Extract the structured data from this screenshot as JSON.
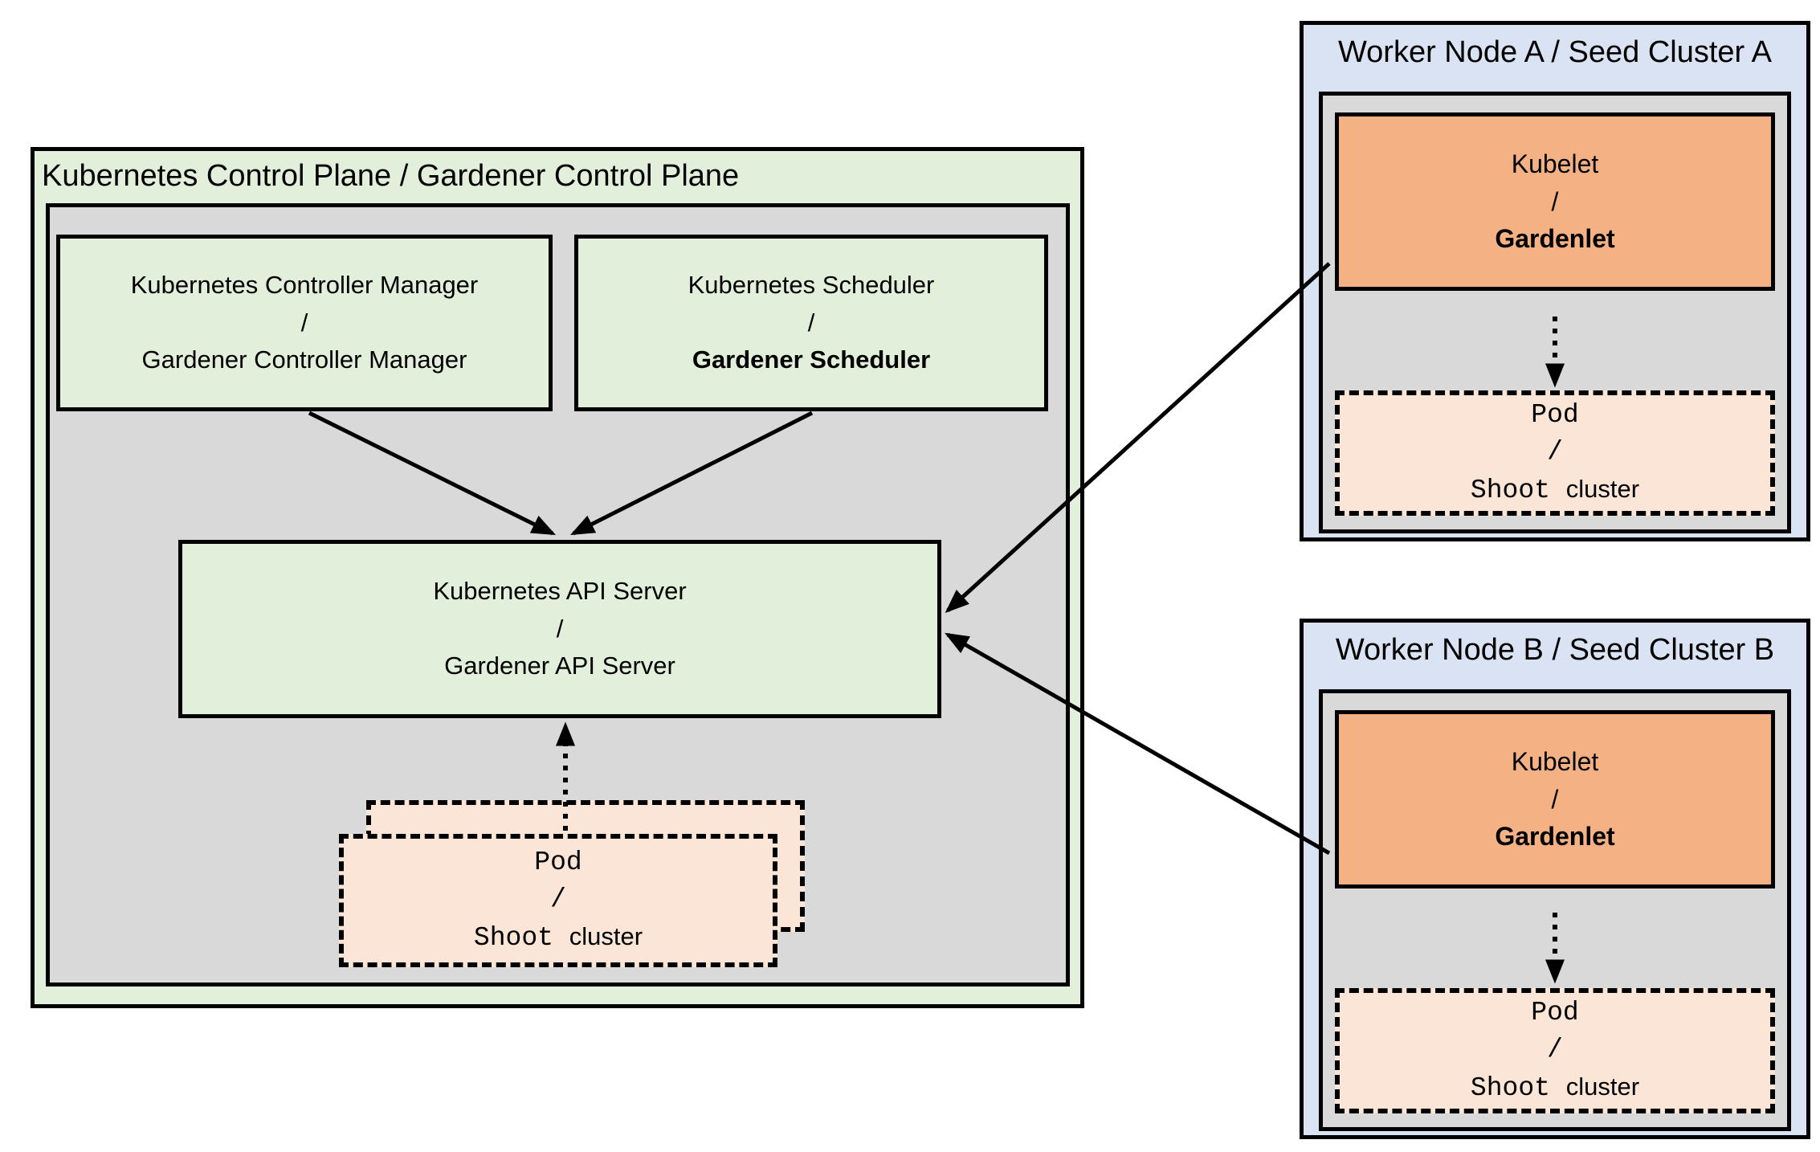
{
  "colors": {
    "control_plane_bg": "#e2efda",
    "inner_bg": "#d9d9d9",
    "component_bg": "#e2efda",
    "worker_bg": "#dae3f3",
    "kubelet_bg": "#f4b183",
    "pod_bg": "#fbe5d6",
    "border": "#000000"
  },
  "control_plane": {
    "title": "Kubernetes Control Plane / Gardener Control Plane",
    "controller_manager": {
      "line1": "Kubernetes Controller Manager",
      "separator": "/",
      "line2": "Gardener Controller Manager"
    },
    "scheduler": {
      "line1": "Kubernetes Scheduler",
      "separator": "/",
      "line2": "Gardener Scheduler"
    },
    "api_server": {
      "line1": "Kubernetes API Server",
      "separator": "/",
      "line2": "Gardener API Server"
    }
  },
  "pod": {
    "line1": "Pod",
    "separator": "/",
    "shoot": "Shoot",
    "cluster": "cluster"
  },
  "worker_node_a": {
    "title": "Worker Node A / Seed Cluster A",
    "kubelet": {
      "line1": "Kubelet",
      "separator": "/",
      "line2": "Gardenlet"
    }
  },
  "worker_node_b": {
    "title": "Worker Node B / Seed Cluster B",
    "kubelet": {
      "line1": "Kubelet",
      "separator": "/",
      "line2": "Gardenlet"
    }
  }
}
